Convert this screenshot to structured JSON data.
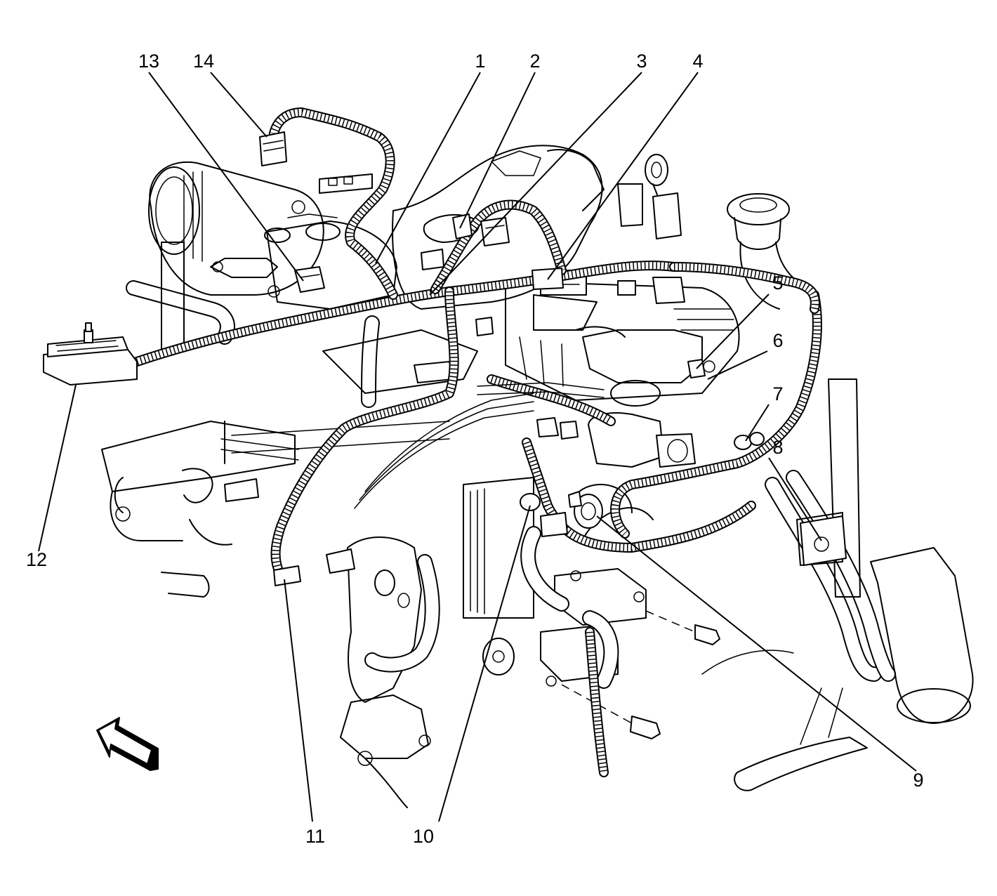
{
  "callouts": [
    {
      "id": "1",
      "label": "1"
    },
    {
      "id": "2",
      "label": "2"
    },
    {
      "id": "3",
      "label": "3"
    },
    {
      "id": "4",
      "label": "4"
    },
    {
      "id": "5",
      "label": "5"
    },
    {
      "id": "6",
      "label": "6"
    },
    {
      "id": "7",
      "label": "7"
    },
    {
      "id": "8",
      "label": "8"
    },
    {
      "id": "9",
      "label": "9"
    },
    {
      "id": "10",
      "label": "10"
    },
    {
      "id": "11",
      "label": "11"
    },
    {
      "id": "12",
      "label": "12"
    },
    {
      "id": "13",
      "label": "13"
    },
    {
      "id": "14",
      "label": "14"
    }
  ],
  "icons": {
    "direction_arrow": "front-direction-arrow-icon"
  },
  "colors": {
    "line": "#000000",
    "background": "#ffffff"
  }
}
